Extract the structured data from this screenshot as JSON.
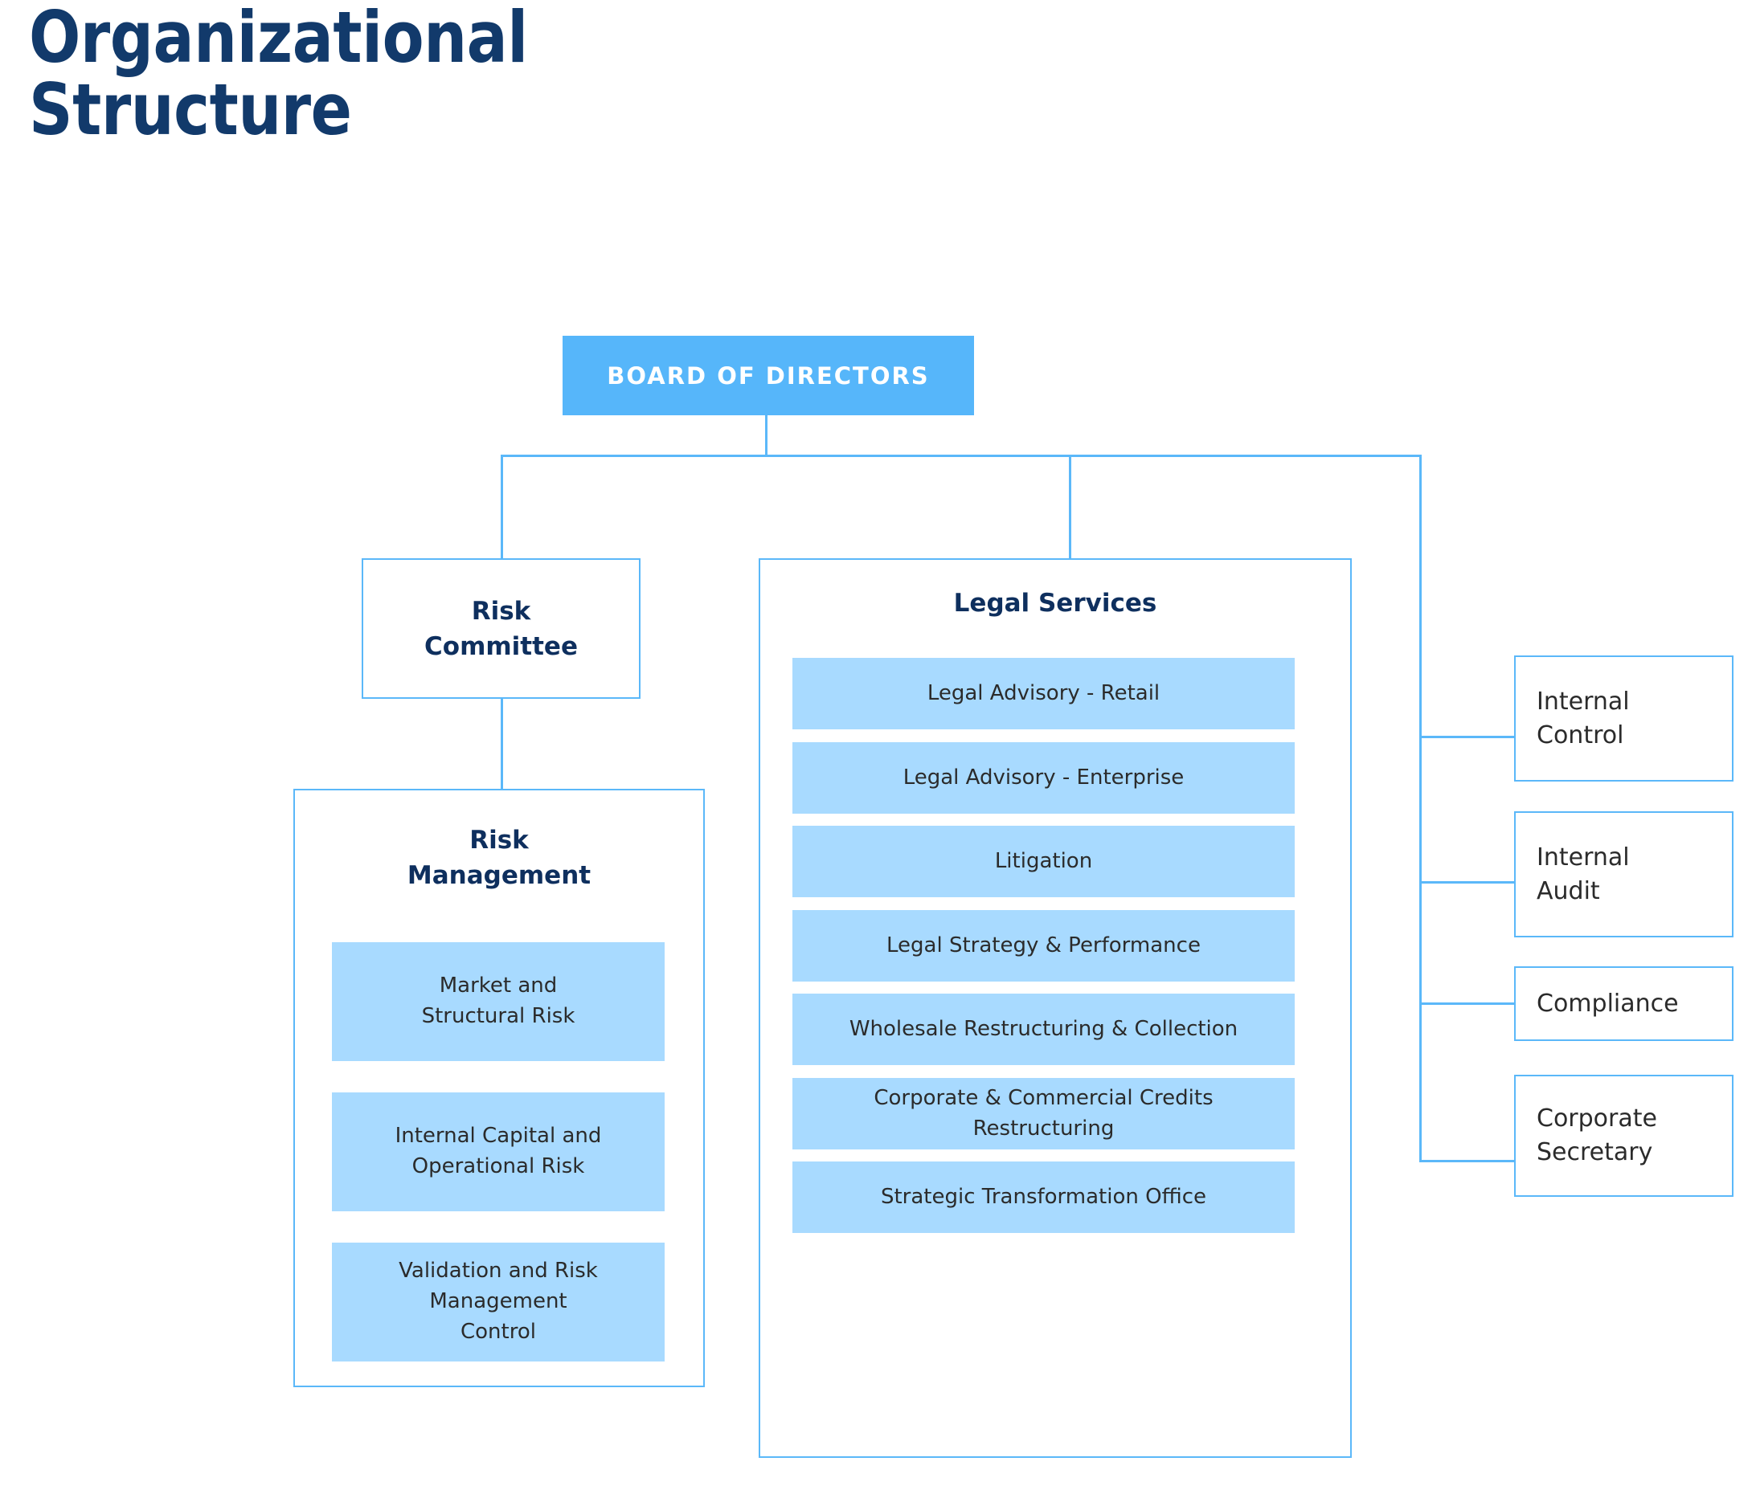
{
  "title": "Organizational\nStructure",
  "colors": {
    "title_navy": "#123A6B",
    "heading_navy": "#0E2F5E",
    "board_blue": "#56B6FA",
    "leaf_blue": "#A8DAFF",
    "line_blue": "#5BB8F9",
    "body_text": "#2b2b2b",
    "background": "#ffffff"
  },
  "board": {
    "label": "BOARD OF DIRECTORS"
  },
  "risk_committee": {
    "title": "Risk\nCommittee"
  },
  "risk_management": {
    "title": "Risk\nManagement",
    "items": [
      {
        "label": "Market and\nStructural Risk"
      },
      {
        "label": "Internal Capital and\nOperational Risk"
      },
      {
        "label": "Validation and Risk\nManagement\nControl"
      }
    ]
  },
  "legal_services": {
    "title": "Legal  Services",
    "items": [
      {
        "label": "Legal Advisory - Retail"
      },
      {
        "label": "Legal Advisory - Enterprise"
      },
      {
        "label": "Litigation"
      },
      {
        "label": "Legal Strategy & Performance"
      },
      {
        "label": "Wholesale Restructuring & Collection"
      },
      {
        "label": "Corporate & Commercial Credits Restructuring"
      },
      {
        "label": "Strategic Transformation Office"
      }
    ]
  },
  "side_units": [
    {
      "label": "Internal\nControl"
    },
    {
      "label": "Internal\nAudit"
    },
    {
      "label": "Compliance"
    },
    {
      "label": "Corporate\nSecretary"
    }
  ]
}
